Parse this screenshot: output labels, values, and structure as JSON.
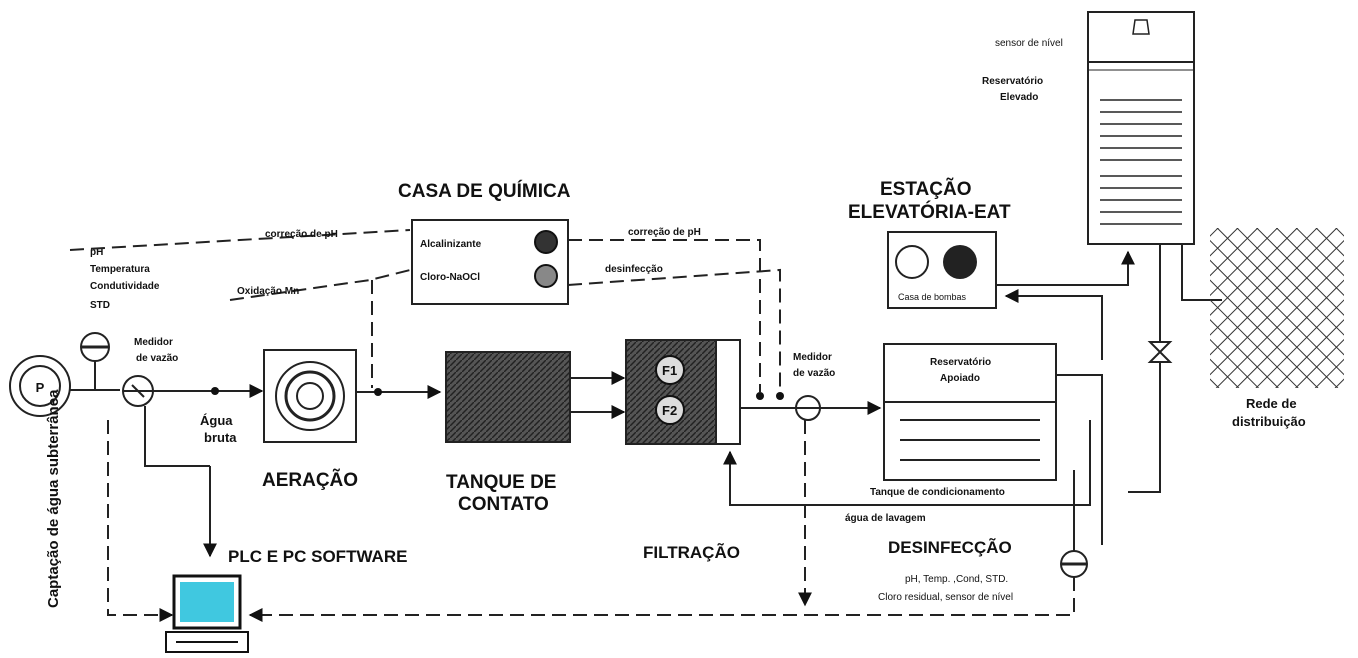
{
  "labels": {
    "captacao": "Captação de água subterrânea",
    "sensors_left": [
      "pH",
      "Temperatura",
      "Condutividade",
      "STD"
    ],
    "medidor_vazao_1": [
      "Medidor",
      "de vazão"
    ],
    "agua_bruta": [
      "Água",
      "bruta"
    ],
    "aeracao": "AERAÇÃO",
    "oxidacao": "Oxidação Mn",
    "correcao_ph_1": "correção de pH",
    "casa_quimica": "CASA DE QUÍMICA",
    "alcalinizante": "Alcalinizante",
    "cloro": "Cloro-NaOCl",
    "correcao_ph_2": "correção de pH",
    "desinfeccao_small": "desinfecção",
    "tanque_contato": [
      "TANQUE DE",
      "CONTATO"
    ],
    "f1": "F1",
    "f2": "F2",
    "filtracao": "FILTRAÇÃO",
    "medidor_vazao_2": [
      "Medidor",
      "de vazão"
    ],
    "reservatorio_apoiado": [
      "Reservatório",
      "Apoiado"
    ],
    "tanque_cond": "Tanque de condicionamento",
    "agua_lavagem": "água de lavagem",
    "desinfeccao": "DESINFECÇÃO",
    "sensors_right": [
      "pH, Temp. ,Cond, STD.",
      "Cloro residual, sensor de nível"
    ],
    "estacao": [
      "ESTAÇÃO",
      "ELEVATÓRIA-EAT"
    ],
    "casa_bombas": "Casa de bombas",
    "sensor_nivel": "sensor de nível",
    "reservatorio_elevado": [
      "Reservatório",
      "Elevado"
    ],
    "rede": [
      "Rede de",
      "distribuição"
    ],
    "plc": "PLC E PC SOFTWARE"
  },
  "icons": [
    "pump-icon",
    "flow-meter-icon",
    "sensor-icon",
    "aerator-icon",
    "computer-icon",
    "valve-icon",
    "bell-icon"
  ]
}
